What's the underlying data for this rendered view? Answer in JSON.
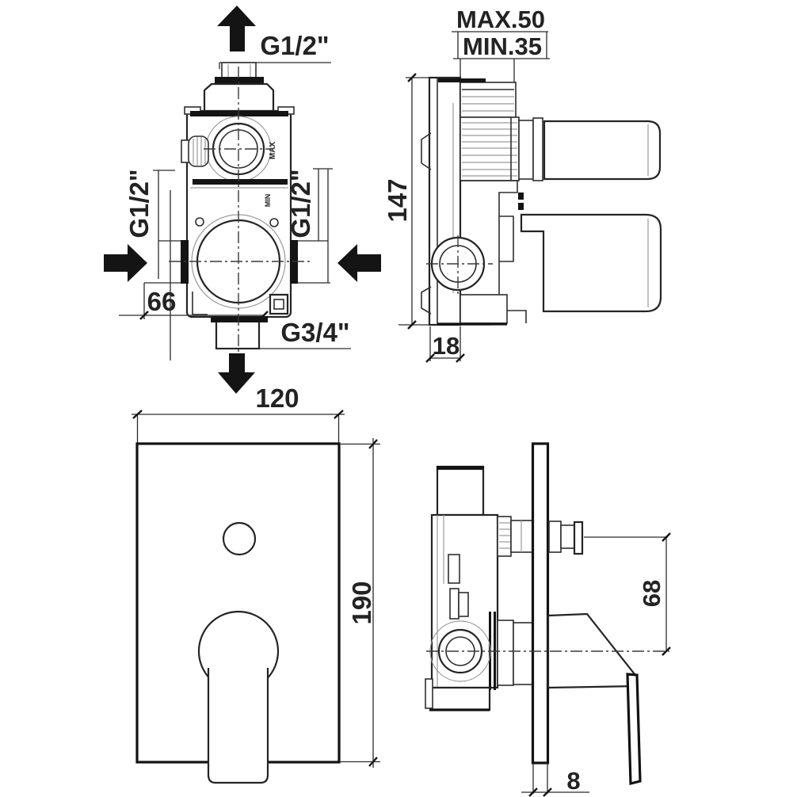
{
  "drawing": {
    "kind": "concealed-mixer-installation-diagram",
    "views": {
      "valve_front": {
        "port_top": "G1/2\"",
        "port_left": "G1/2\"",
        "port_right": "G1/2\"",
        "port_bottom": "G3/4\"",
        "dim_offset": "66",
        "marking_upper": "MAX",
        "marking_lower": "MIN"
      },
      "valve_side": {
        "dim_depth_max": "MAX.50",
        "dim_depth_min": "MIN.35",
        "dim_height": "147",
        "dim_foot": "18"
      },
      "plate_front": {
        "dim_width": "120",
        "dim_height": "190"
      },
      "installed_side": {
        "dim_handle_offset": "68",
        "dim_plate_thickness": "8"
      }
    },
    "colors": {
      "line": "#2b2b2b",
      "bold": "#121212",
      "background": "#ffffff"
    }
  }
}
